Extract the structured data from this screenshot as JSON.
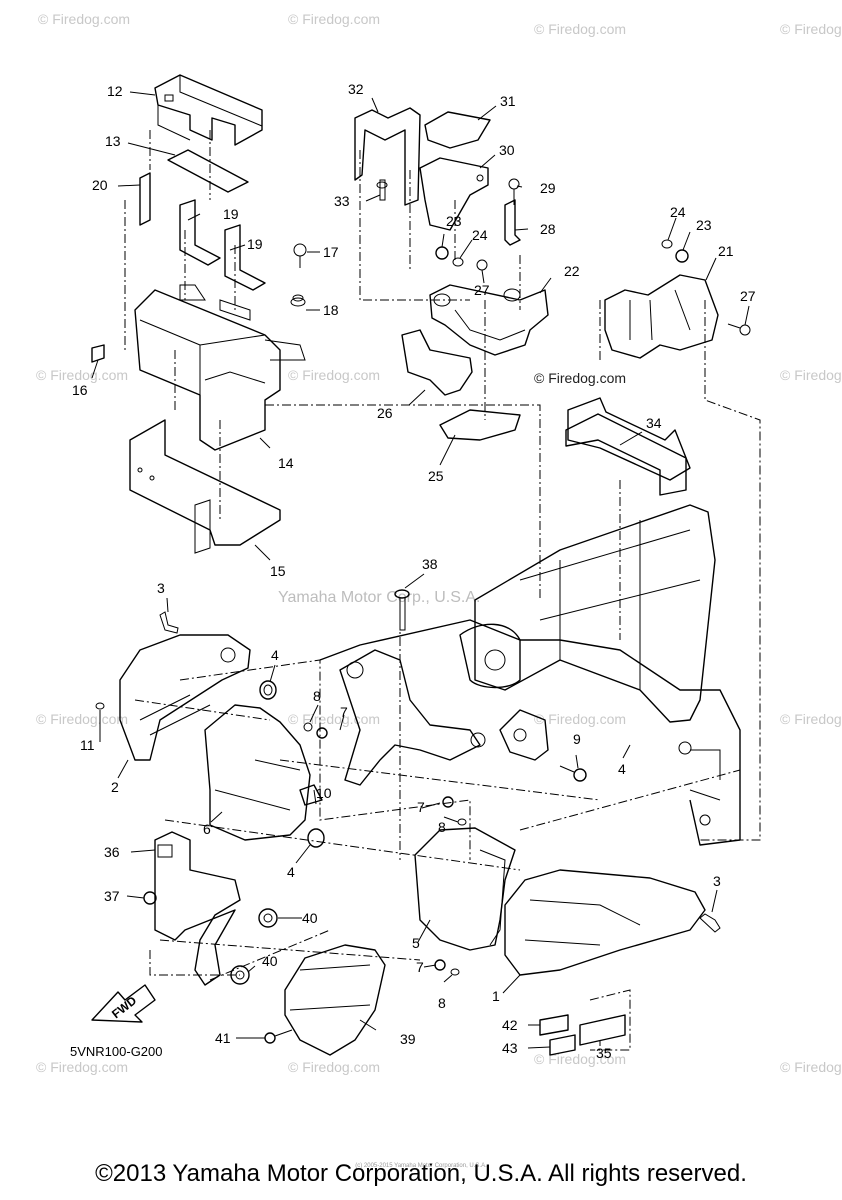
{
  "watermarks": {
    "firedog": "© Firedog.com",
    "corp": "Yamaha Motor Corp., U.S.A."
  },
  "labels": {
    "p1": "1",
    "p2": "2",
    "p3a": "3",
    "p3b": "3",
    "p4a": "4",
    "p4b": "4",
    "p4c": "4",
    "p5": "5",
    "p6": "6",
    "p7a": "7",
    "p7b": "7",
    "p7c": "7",
    "p8a": "8",
    "p8b": "8",
    "p8c": "8",
    "p9": "9",
    "p10": "10",
    "p11": "11",
    "p12": "12",
    "p13": "13",
    "p14": "14",
    "p15": "15",
    "p16": "16",
    "p17": "17",
    "p18": "18",
    "p19a": "19",
    "p19b": "19",
    "p20": "20",
    "p21": "21",
    "p22": "22",
    "p23a": "23",
    "p23b": "23",
    "p24a": "24",
    "p24b": "24",
    "p25": "25",
    "p26": "26",
    "p27a": "27",
    "p27b": "27",
    "p28": "28",
    "p29": "29",
    "p30": "30",
    "p31": "31",
    "p32": "32",
    "p33": "33",
    "p34": "34",
    "p35": "35",
    "p36": "36",
    "p37": "37",
    "p38": "38",
    "p39": "39",
    "p40a": "40",
    "p40b": "40",
    "p41": "41",
    "p42": "42",
    "p43": "43"
  },
  "fwd_label": "FWD",
  "diagram_code": "5VNR100-G200",
  "tiny_note": "(c) 2005-2015 Yamaha Motor Corporation, U.S.A.",
  "copyright": "©2013 Yamaha Motor Corporation, U.S.A. All rights reserved."
}
